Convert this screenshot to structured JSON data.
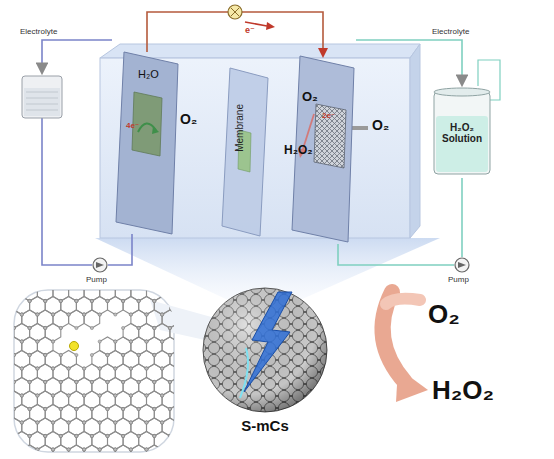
{
  "diagram": {
    "nodes": [
      {
        "text": [
          "H₂O",
          "4e⁻",
          "O₂"
        ]
      },
      {
        "text": [
          "Membrane"
        ]
      },
      {
        "text": [
          "O₂",
          "2e⁻",
          "H₂O₂"
        ]
      },
      {
        "text": [
          "H₂O₂ Solution"
        ]
      },
      {
        "text": [
          "S-mCs"
        ]
      }
    ],
    "edges": [
      {
        "from": 0,
        "to": 2,
        "arrow": "to",
        "label": "e⁻"
      }
    ],
    "labels": [
      "Electrolyte",
      "Electrolyte",
      "O₂",
      "Pump",
      "Pump",
      "O₂",
      "H₂O₂"
    ]
  }
}
